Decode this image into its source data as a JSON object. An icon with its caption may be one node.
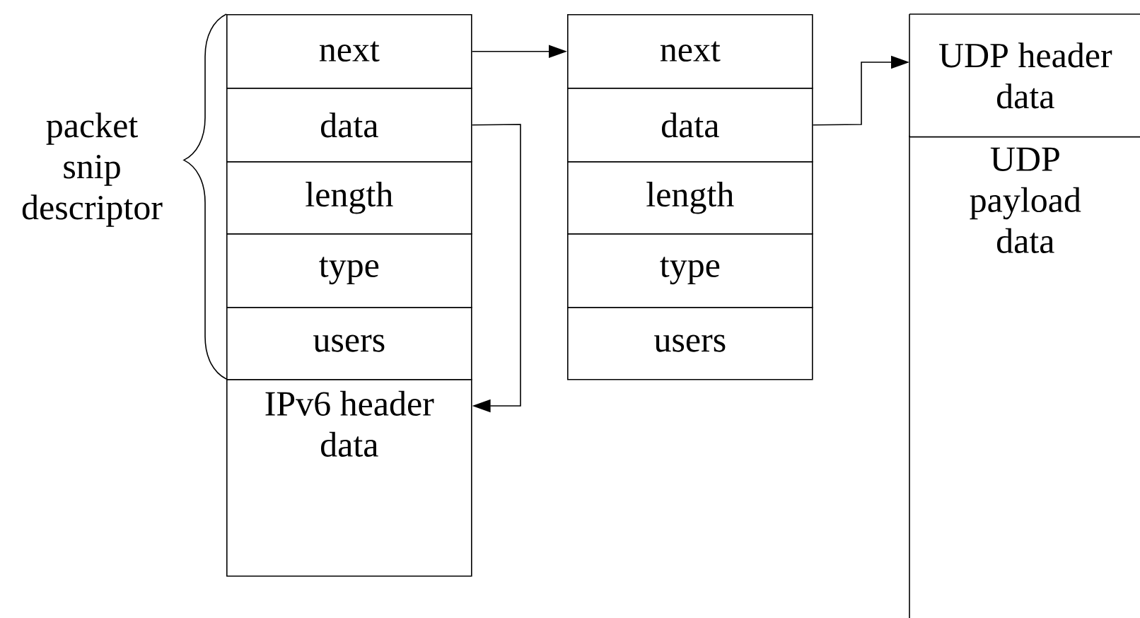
{
  "diagram": {
    "nodes": [
      {
        "text": [
          "next"
        ]
      },
      {
        "text": [
          "data"
        ]
      },
      {
        "text": [
          "length"
        ]
      },
      {
        "text": [
          "type"
        ]
      },
      {
        "text": [
          "users"
        ]
      },
      {
        "text": [
          "IPv6 header data"
        ]
      },
      {
        "text": [
          "next"
        ]
      },
      {
        "text": [
          "data"
        ]
      },
      {
        "text": [
          "length"
        ]
      },
      {
        "text": [
          "type"
        ]
      },
      {
        "text": [
          "users"
        ]
      },
      {
        "text": [
          "UDP header data"
        ]
      },
      {
        "text": [
          "UDP payload data"
        ]
      }
    ],
    "edges": [
      {
        "from": 0,
        "to": 6,
        "arrow": "to"
      },
      {
        "from": 1,
        "to": 5,
        "arrow": "to"
      },
      {
        "from": 7,
        "to": 11,
        "arrow": "to"
      }
    ],
    "labels": [
      "packet snip descriptor"
    ]
  }
}
